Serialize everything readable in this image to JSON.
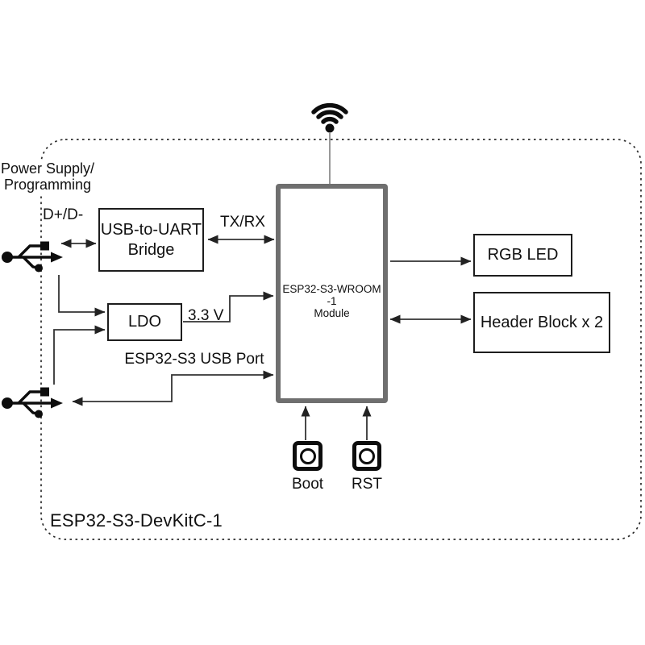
{
  "diagram": {
    "board_label": "ESP32-S3-DevKitC-1",
    "annotation": {
      "line1": "Power Supply/",
      "line2": "Programming"
    },
    "blocks": {
      "bridge_line1": "USB-to-UART",
      "bridge_line2": "Bridge",
      "ldo": "LDO",
      "module_line1": "ESP32-S3-WROOM",
      "module_line2": "-1",
      "module_line3": "Module",
      "rgb_led": "RGB LED",
      "header_block": "Header Block x 2"
    },
    "wire_labels": {
      "usb_data": "D+/D-",
      "uart": "TX/RX",
      "ldo_out": "3.3 V",
      "usb_port": "ESP32-S3 USB Port"
    },
    "buttons": {
      "boot": "Boot",
      "rst": "RST"
    },
    "icons": {
      "antenna": "wifi-antenna-icon",
      "usb_top": "usb-connector-icon",
      "usb_bottom": "usb-connector-icon"
    },
    "colors": {
      "module_border": "#6f6f6f",
      "box_border": "#1d1d1d",
      "wire": "#333333",
      "icon": "#0d0d0d",
      "background": "#ffffff"
    }
  }
}
